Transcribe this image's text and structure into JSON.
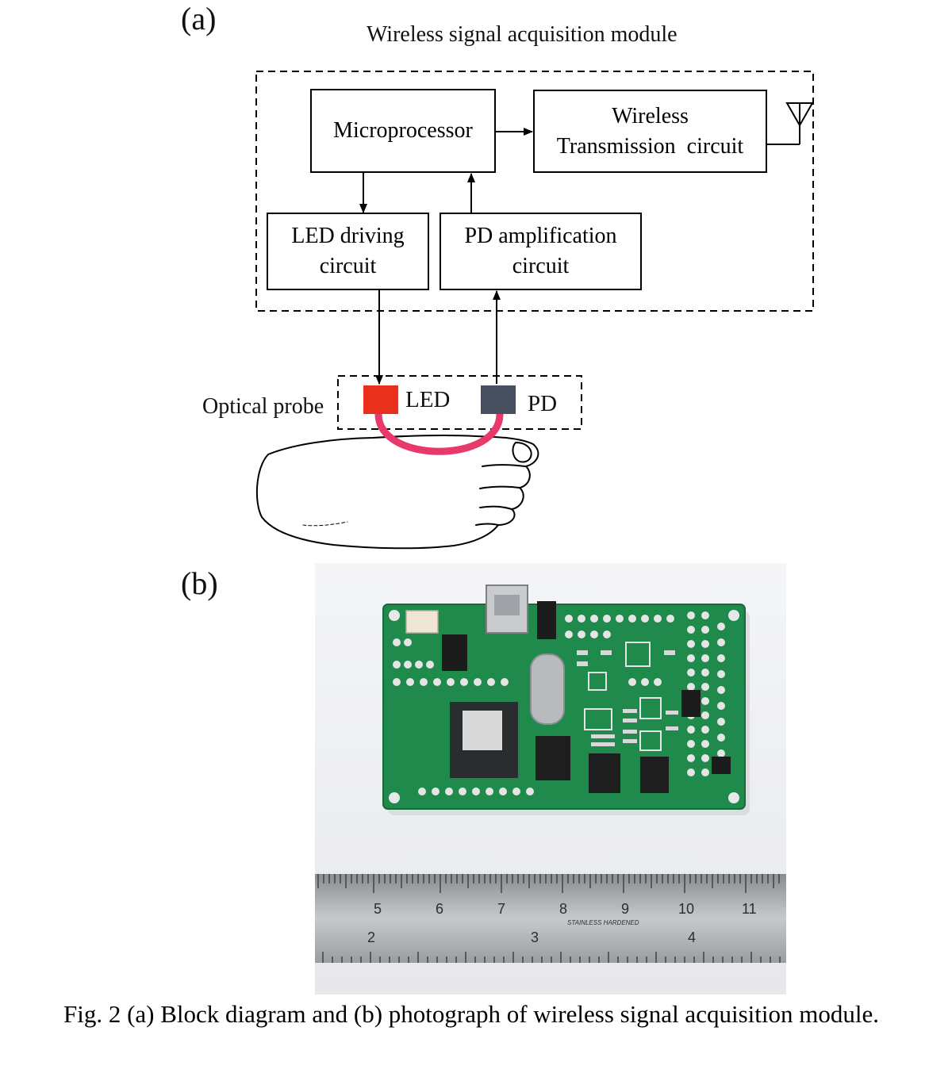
{
  "panel_a": {
    "label": "(a)",
    "module_title": "Wireless signal acquisition module",
    "microprocessor": "Microprocessor",
    "wireless_line1": "Wireless",
    "wireless_line2": "Transmission  circuit",
    "led_line1": "LED driving",
    "led_line2": "circuit",
    "pd_line1": "PD amplification",
    "pd_line2": "circuit",
    "probe_label": "Optical probe",
    "led_label": "LED",
    "pd_label": "PD",
    "colors": {
      "led": "#e8301c",
      "pd": "#46505e",
      "light_path": "#e83a6a"
    }
  },
  "panel_b": {
    "label": "(b)",
    "ruler_top_numbers": [
      "5",
      "6",
      "7",
      "8",
      "9",
      "10",
      "11"
    ],
    "ruler_bottom_numbers": [
      "2",
      "3",
      "4"
    ],
    "ruler_text": "STAINLESS HARDENED"
  },
  "caption": "Fig. 2 (a) Block diagram and (b) photograph of wireless signal acquisition module."
}
